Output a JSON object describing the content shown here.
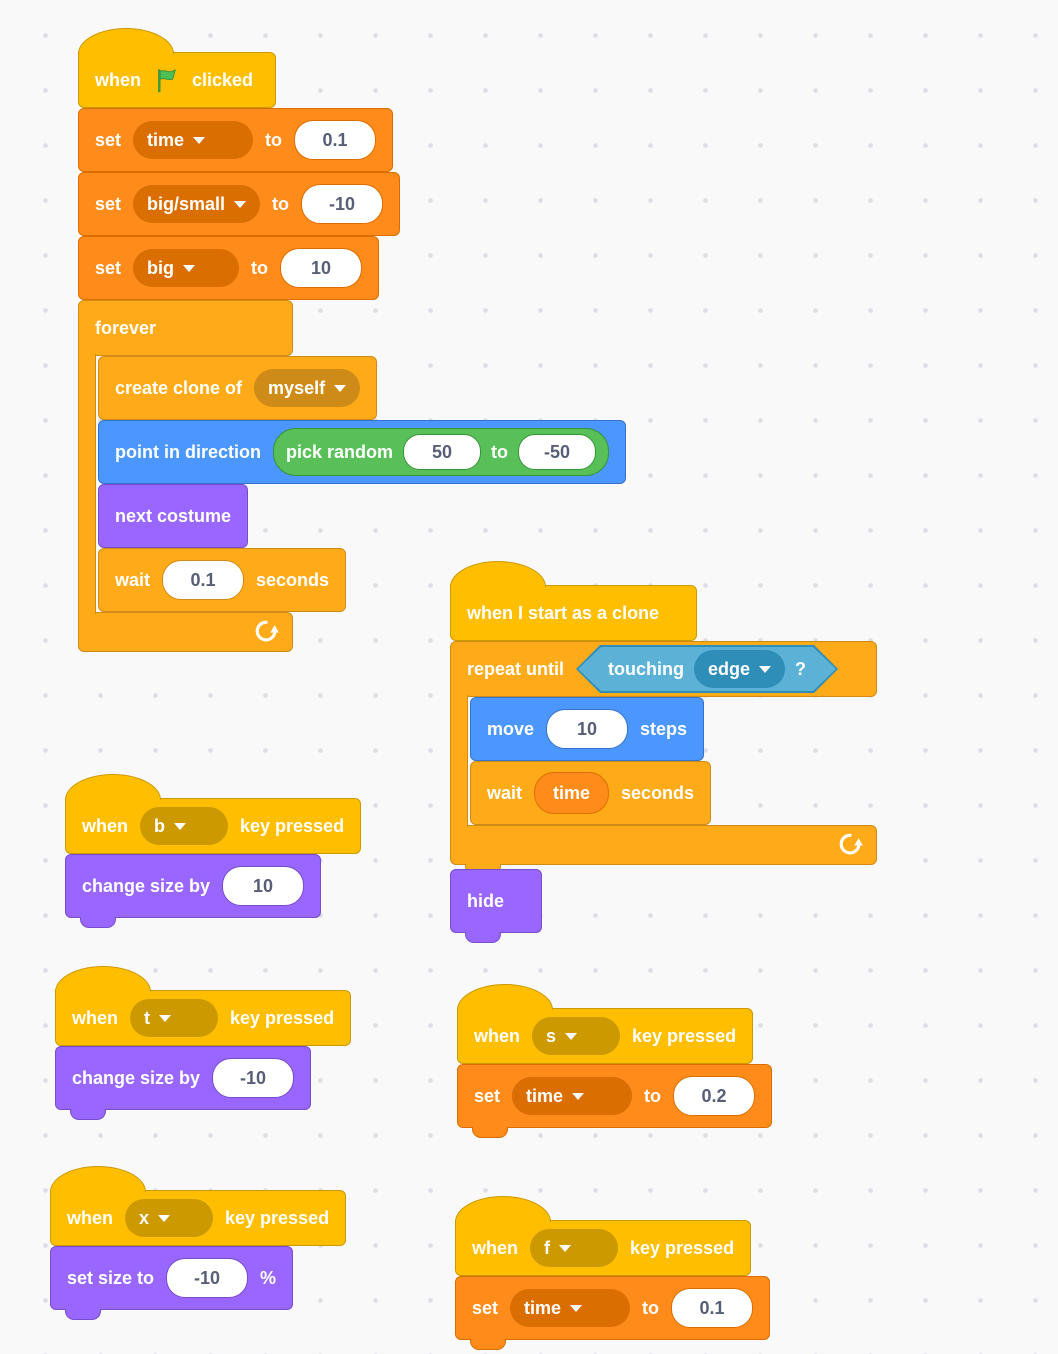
{
  "canvas": {
    "background_color": "#f9f9f9",
    "dot_color": "#dcdee3"
  },
  "colors": {
    "events": "#FFBF00",
    "control": "#FFAB19",
    "motion": "#4C97FF",
    "looks": "#9966FF",
    "sensing": "#5CB1D6",
    "operators": "#59C059",
    "variables": "#FF8C1A",
    "flag_green": "#4CBF56"
  },
  "icons": {
    "flag": "green-flag-icon",
    "loop": "loop-arrow-icon",
    "caret": "dropdown-caret-icon"
  },
  "script1": {
    "when_flag": {
      "when": "when",
      "clicked": "clicked"
    },
    "set_time": {
      "set": "set",
      "variable": "time",
      "to": "to",
      "value": "0.1"
    },
    "set_bigsmall": {
      "set": "set",
      "variable": "big/small",
      "to": "to",
      "value": "-10"
    },
    "set_big": {
      "set": "set",
      "variable": "big",
      "to": "to",
      "value": "10"
    },
    "forever": {
      "label": "forever"
    },
    "create_clone": {
      "label": "create clone of",
      "option": "myself"
    },
    "point_in_direction": {
      "label": "point in direction",
      "pick_random": "pick random",
      "from": "50",
      "to": "to",
      "to_value": "-50"
    },
    "next_costume": {
      "label": "next costume"
    },
    "wait": {
      "wait": "wait",
      "value": "0.1",
      "seconds": "seconds"
    }
  },
  "script2": {
    "when_clone": {
      "label": "when I start as a clone"
    },
    "repeat_until": {
      "label": "repeat until",
      "touching": "touching",
      "option": "edge",
      "question": "?"
    },
    "move": {
      "move": "move",
      "value": "10",
      "steps": "steps"
    },
    "wait": {
      "wait": "wait",
      "variable": "time",
      "seconds": "seconds"
    },
    "hide": {
      "label": "hide"
    }
  },
  "script3": {
    "hat": {
      "when": "when",
      "key": "b",
      "key_pressed": "key pressed"
    },
    "change_size": {
      "label": "change size by",
      "value": "10"
    }
  },
  "script4": {
    "hat": {
      "when": "when",
      "key": "t",
      "key_pressed": "key pressed"
    },
    "change_size": {
      "label": "change size by",
      "value": "-10"
    }
  },
  "script5": {
    "hat": {
      "when": "when",
      "key": "x",
      "key_pressed": "key pressed"
    },
    "set_size": {
      "label": "set size to",
      "value": "-10",
      "unit": "%"
    }
  },
  "script6": {
    "hat": {
      "when": "when",
      "key": "s",
      "key_pressed": "key pressed"
    },
    "set_time": {
      "set": "set",
      "variable": "time",
      "to": "to",
      "value": "0.2"
    }
  },
  "script7": {
    "hat": {
      "when": "when",
      "key": "f",
      "key_pressed": "key pressed"
    },
    "set_time": {
      "set": "set",
      "variable": "time",
      "to": "to",
      "value": "0.1"
    }
  }
}
